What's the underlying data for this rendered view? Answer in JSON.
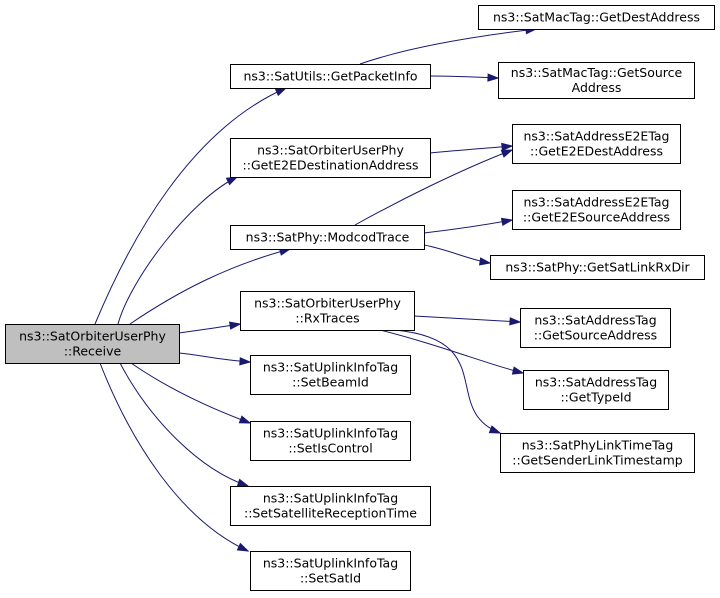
{
  "colors": {
    "edge": "#191970",
    "root_fill": "#bfbfbf",
    "node_fill": "#ffffff",
    "node_stroke": "#000000"
  },
  "nodes": {
    "receive": [
      "ns3::SatOrbiterUserPhy",
      "::Receive"
    ],
    "get_packet_info": [
      "ns3::SatUtils::GetPacketInfo"
    ],
    "get_e2e_destination_address": [
      "ns3::SatOrbiterUserPhy",
      "::GetE2EDestinationAddress"
    ],
    "modcod_trace": [
      "ns3::SatPhy::ModcodTrace"
    ],
    "rx_traces": [
      "ns3::SatOrbiterUserPhy",
      "::RxTraces"
    ],
    "set_beam_id": [
      "ns3::SatUplinkInfoTag",
      "::SetBeamId"
    ],
    "set_is_control": [
      "ns3::SatUplinkInfoTag",
      "::SetIsControl"
    ],
    "set_satellite_reception_time": [
      "ns3::SatUplinkInfoTag",
      "::SetSatelliteReceptionTime"
    ],
    "set_sat_id": [
      "ns3::SatUplinkInfoTag",
      "::SetSatId"
    ],
    "get_dest_address": [
      "ns3::SatMacTag::GetDestAddress"
    ],
    "get_source_address_mac": [
      "ns3::SatMacTag::GetSource",
      "Address"
    ],
    "get_e2e_dest_address": [
      "ns3::SatAddressE2ETag",
      "::GetE2EDestAddress"
    ],
    "get_e2e_source_address": [
      "ns3::SatAddressE2ETag",
      "::GetE2ESourceAddress"
    ],
    "get_sat_link_rx_dir": [
      "ns3::SatPhy::GetSatLinkRxDir"
    ],
    "get_source_address_tag": [
      "ns3::SatAddressTag",
      "::GetSourceAddress"
    ],
    "get_type_id": [
      "ns3::SatAddressTag",
      "::GetTypeId"
    ],
    "get_sender_link_timestamp": [
      "ns3::SatPhyLinkTimeTag",
      "::GetSenderLinkTimestamp"
    ]
  },
  "edges": [
    [
      "receive",
      "get_packet_info"
    ],
    [
      "receive",
      "get_e2e_destination_address"
    ],
    [
      "receive",
      "modcod_trace"
    ],
    [
      "receive",
      "rx_traces"
    ],
    [
      "receive",
      "set_beam_id"
    ],
    [
      "receive",
      "set_is_control"
    ],
    [
      "receive",
      "set_satellite_reception_time"
    ],
    [
      "receive",
      "set_sat_id"
    ],
    [
      "get_packet_info",
      "get_dest_address"
    ],
    [
      "get_packet_info",
      "get_source_address_mac"
    ],
    [
      "get_e2e_destination_address",
      "get_e2e_dest_address"
    ],
    [
      "modcod_trace",
      "get_e2e_dest_address"
    ],
    [
      "modcod_trace",
      "get_e2e_source_address"
    ],
    [
      "modcod_trace",
      "get_sat_link_rx_dir"
    ],
    [
      "rx_traces",
      "get_source_address_tag"
    ],
    [
      "rx_traces",
      "get_type_id"
    ],
    [
      "rx_traces",
      "get_sender_link_timestamp"
    ]
  ]
}
